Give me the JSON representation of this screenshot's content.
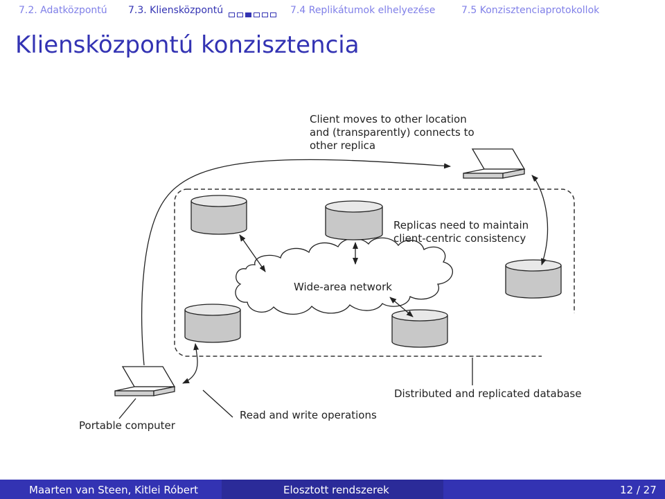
{
  "nav": {
    "items": [
      {
        "label": "7.2. Adatközpontú"
      },
      {
        "label": "7.3. Kliensközpontú"
      },
      {
        "label": "7.4 Replikátumok elhelyezése"
      },
      {
        "label": "7.5 Konzisztenciaprotokollok"
      }
    ],
    "active_index": 1,
    "dots_total": 6,
    "dots_filled_index": 2
  },
  "frame": {
    "title": "Kliensközpontú konzisztencia"
  },
  "diagram": {
    "client_moves_lines": [
      "Client moves to other location",
      "and (transparently) connects to",
      "other replica"
    ],
    "replicas_lines": [
      "Replicas need to maintain",
      "client-centric consistency"
    ],
    "network_label": "Wide-area network",
    "distributed_db_label": "Distributed and replicated database",
    "portable_computer_label": "Portable computer",
    "read_write_label": "Read and write operations"
  },
  "footer": {
    "authors": "Maarten van Steen, Kitlei Róbert",
    "course": "Elosztott rendszerek",
    "page": "12 / 27"
  },
  "colors": {
    "nav_inactive": "#8080e8",
    "nav_active": "#3333b3",
    "footer_bar": "#3333b3",
    "footer_bar_mid": "#2b2b99",
    "db_fill": "#c8c8c8"
  }
}
